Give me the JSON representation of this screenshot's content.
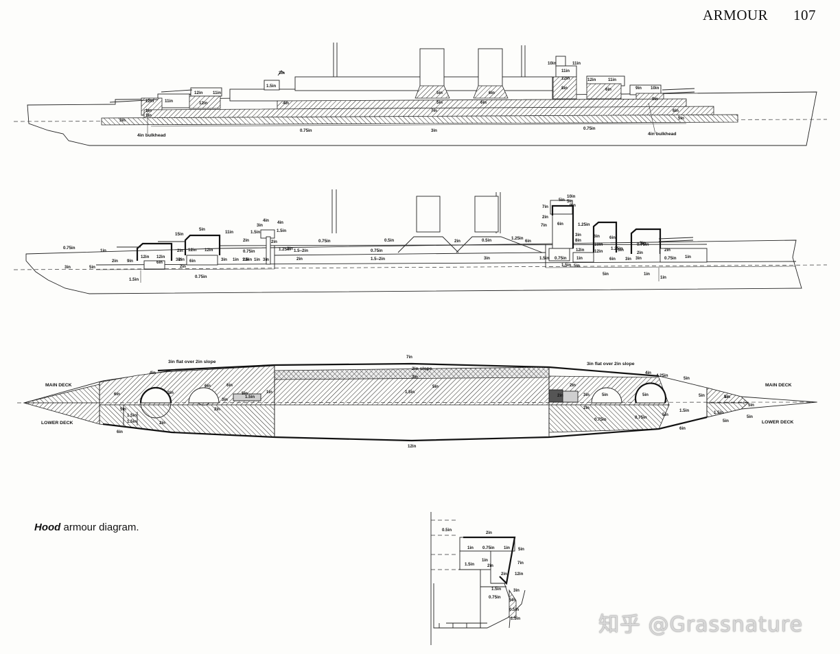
{
  "header": {
    "title": "ARMOUR",
    "page_number": "107"
  },
  "caption": {
    "ship_name": "Hood",
    "rest": " armour diagram."
  },
  "watermark": "知乎 @Grassnature",
  "profile": {
    "labels": [
      "3in",
      "1.5in",
      "12in",
      "11in",
      "12in",
      "11in",
      "12in",
      "4in",
      "5in",
      "7in",
      "11in",
      "12in",
      "11in",
      "12in",
      "6in",
      "10in",
      "11in",
      "8in",
      "5in",
      "6in",
      "6in",
      "0.75in",
      "3in",
      "0.75in",
      "4in bulkhead",
      "4in bulkhead",
      "1in",
      "1in",
      "3in",
      "9in",
      "10in",
      "9in",
      "6in",
      "5in"
    ]
  },
  "section": {
    "labels": [
      "0.75in",
      "1in",
      "3in",
      "5in",
      "2in",
      "9in",
      "12in",
      "12in",
      "6in",
      "2in",
      "1.5in",
      "15in",
      "5in",
      "12in",
      "12in",
      "2in",
      "3in",
      "6in",
      "2in",
      "0.75in",
      "3in",
      "1in",
      "1.5in",
      "1in",
      "3in",
      "11in",
      "2in",
      "0.75in",
      "2in",
      "4in",
      "3in",
      "1.5in",
      "1.5in",
      "4in",
      "2in",
      "2in",
      "1.25in",
      "0.75in",
      "1.5–2in",
      "2in",
      "0.5in",
      "0.75in",
      "1.5–2in",
      "2in",
      "0.5in",
      "1.25in",
      "3in",
      "6in",
      "5in",
      "10in",
      "5in",
      "9in",
      "7in",
      "2in",
      "7in",
      "6in",
      "1.25in",
      "3in",
      "8in",
      "12in",
      "6in",
      "10in",
      "12in",
      "6in",
      "1.25in",
      "6in",
      "5in",
      "0.75in",
      "2in",
      "3in",
      "3in",
      "3in",
      "2in",
      "0.75in",
      "0.75in",
      "1.5in",
      "5in",
      "1in",
      "1.5in",
      "5in",
      "1in",
      "1in",
      "1in"
    ]
  },
  "plan": {
    "labels": [
      "3in flat over 2in slope",
      "7in",
      "2in slope",
      "3in flat over 2in slope",
      "4in",
      "4.25in",
      "5in",
      "MAIN DECK",
      "MAIN DECK",
      "4in",
      "6in",
      "6in",
      "3in",
      "6in",
      "1in",
      "5in",
      "1.5in",
      "3in",
      "2in",
      "5in",
      "3in",
      "1.5in",
      "2in",
      "2in",
      "5in",
      "5in",
      "5in",
      "5in",
      "3in",
      "2in",
      "1.5in",
      "0.75in",
      "0.75in",
      "5in",
      "1.5in",
      "1in",
      "5in",
      "5in",
      "LOWER DECK",
      "LOWER DECK",
      "6in",
      "2in",
      "1.5in",
      "6in",
      "12in",
      "5in",
      "1.5in",
      "5in"
    ]
  },
  "detail": {
    "labels": [
      "0.5in",
      "2in",
      "1in",
      "0.75in",
      "1in",
      "5in",
      "1.5in",
      "1in",
      "2in",
      "7in",
      "2in",
      "12in",
      "1.5in",
      "3in",
      "0.75in",
      "5in",
      "0.5in",
      "1.5in"
    ]
  }
}
